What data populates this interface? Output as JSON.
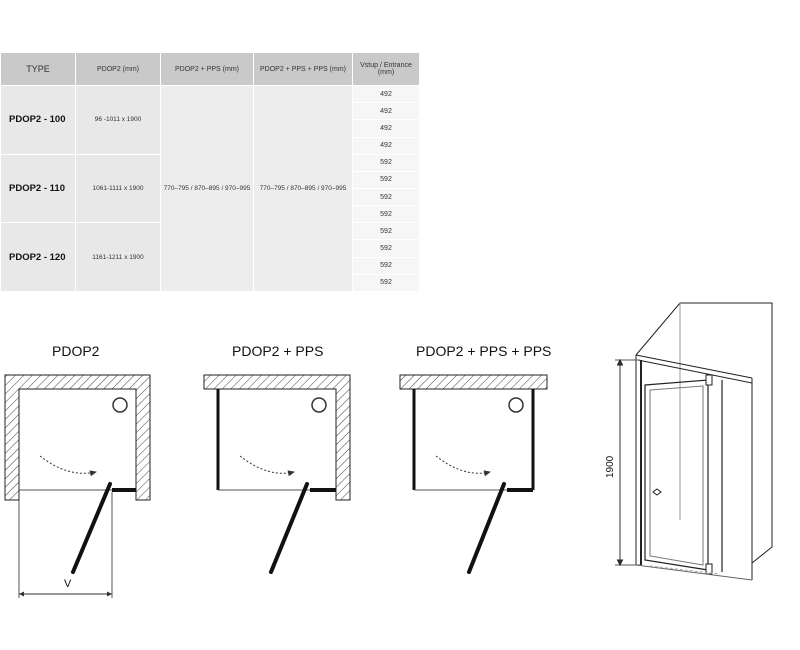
{
  "table": {
    "headers": {
      "type": "TYPE",
      "pdop2": "PDOP2 (mm)",
      "pps": "PDOP2 + PPS (mm)",
      "pps2": "PDOP2 + PPS + PPS (mm)",
      "vstup": "Vstup / Entrance (mm)"
    },
    "rows": [
      {
        "type": "PDOP2 - 100",
        "dims": "96 -1011 x 1900"
      },
      {
        "type": "PDOP2 - 110",
        "dims": "1061-1111 x 1900"
      },
      {
        "type": "PDOP2 - 120",
        "dims": "1161-1211 x 1900"
      }
    ],
    "pps_range": "770–795 / 870–895 / 970–995",
    "pps2_range": "770–795 / 870–895 / 970–995",
    "entrance_values": [
      "492",
      "492",
      "492",
      "492",
      "592",
      "592",
      "592",
      "592",
      "592",
      "592",
      "592",
      "592"
    ]
  },
  "diagrams": {
    "titles": [
      "PDOP2",
      "PDOP2 + PPS",
      "PDOP2 + PPS + PPS"
    ],
    "entrance_label": "V",
    "height_label": "1900"
  }
}
